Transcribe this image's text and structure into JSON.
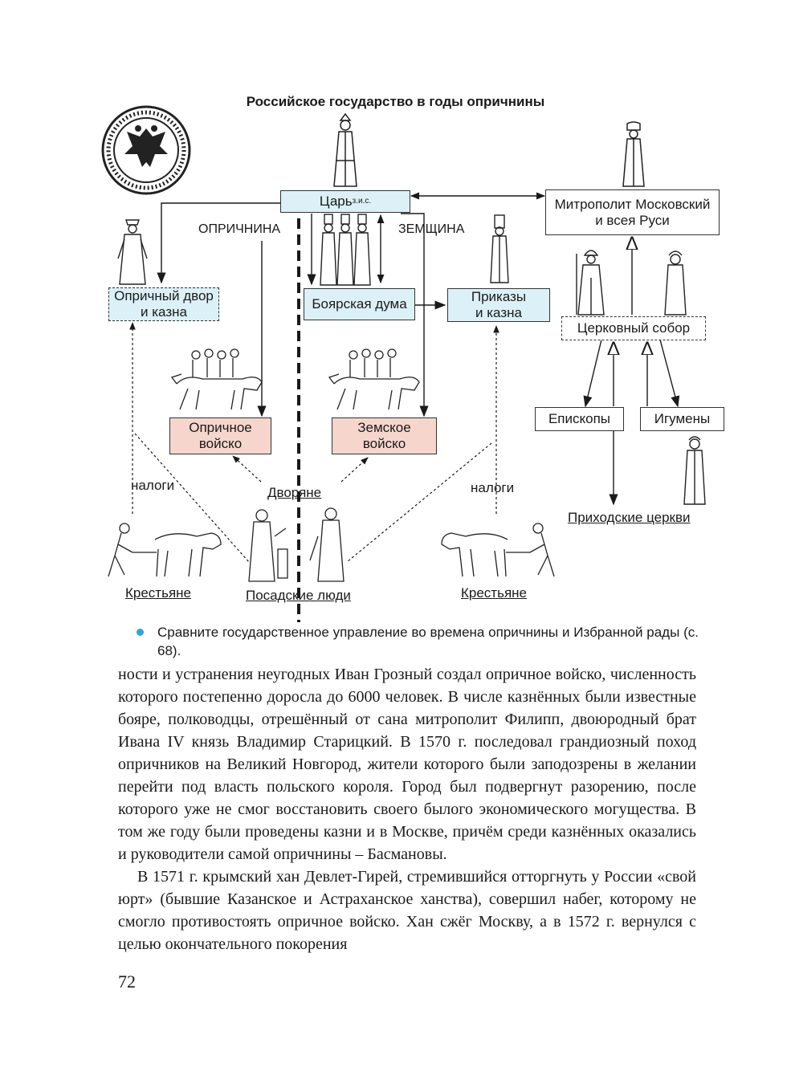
{
  "diagram": {
    "title": "Российское государство в годы опричнины",
    "tsar": {
      "label": "Царь",
      "sup": "з.и.с."
    },
    "metropolitan": "Митрополит Московский и всея Руси",
    "oprichnina_label": "ОПРИЧНИНА",
    "zemshchina_label": "ЗЕМЩИНА",
    "oprichny_dvor": "Опричный двор и казна",
    "boyar_duma": "Боярская дума",
    "prikazy": "Приказы и казна",
    "church_council": "Церковный собор",
    "oprichnoe_voisko": "Опричное войско",
    "zemskoe_voisko": "Земское войско",
    "bishops": "Епископы",
    "abbots": "Игумены",
    "nobles": "Дворяне",
    "taxes_left": "налоги",
    "taxes_right": "налоги",
    "parishes": "Приходские церкви",
    "peasants_left": "Крестьяне",
    "townspeople": "Посадские люди",
    "peasants_right": "Крестьяне",
    "icons": [
      "seal-icon",
      "tsar-icon",
      "metropolitan-icon",
      "boyars-icon",
      "clerk-icon",
      "bishop-icon",
      "abbot-icon",
      "cavalry-icon",
      "plowman-icon",
      "townsman-icon",
      "priest-icon"
    ],
    "colors": {
      "blue_box": "#dcf1f7",
      "pink_box": "#f6d6cc",
      "bullet": "#2aa7df"
    }
  },
  "question": "Сравните государственное управление во времена опричнины и Избранной рады (с. 68).",
  "paragraphs": [
    "ности и устранения неугодных Иван Грозный создал опричное войско, численность которого постепенно доросла до 6000 человек. В числе казнённых были известные бояре, полководцы, отрешённый от сана митрополит Филипп, двоюродный брат Ивана IV князь Владимир Старицкий. В 1570 г. последовал грандиозный поход опричников на Великий Новгород, жители которого были заподозрены в желании перейти под власть польского короля. Город был подвергнут разорению, после которого уже не смог восстановить своего былого экономического могущества. В том же году были проведены казни и в Москве, причём среди казнённых оказались и руководители самой опричнины – Басмановы.",
    "В 1571 г. крымский хан Девлет-Гирей, стремившийся отторгнуть у России «свой юрт» (бывшие Казанское и Астраханское ханства), совершил набег, которому не смогло противостоять опричное войско. Хан сжёг Москву, а в 1572 г. вернулся с целью окончательного покорения"
  ],
  "page_number": "72"
}
